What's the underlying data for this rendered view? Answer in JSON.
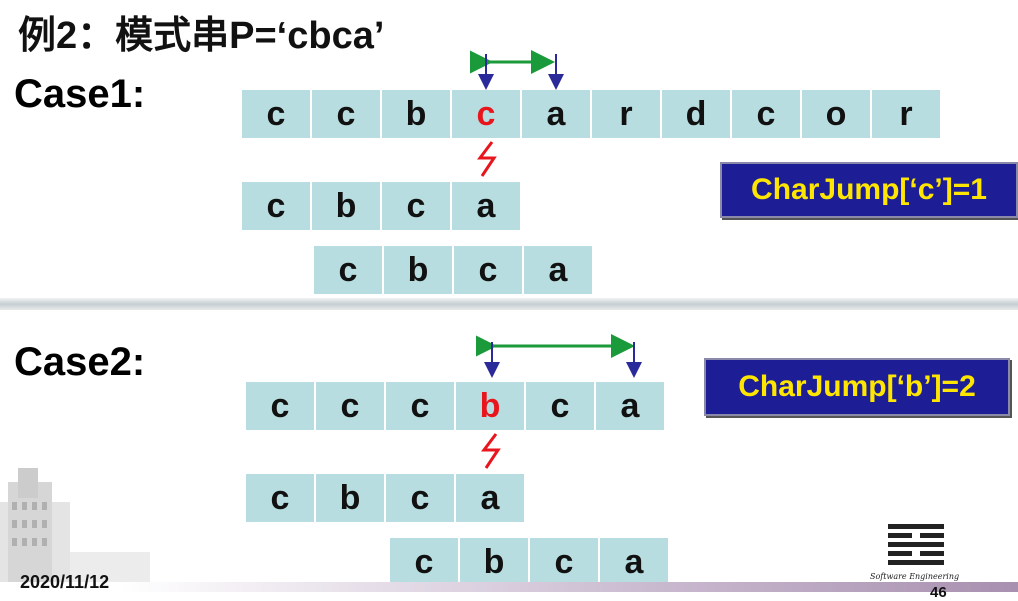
{
  "title": "例2：模式串P=‘cbca’",
  "case1": {
    "label": "Case1:",
    "text": [
      "c",
      "c",
      "b",
      "c",
      "a",
      "r",
      "d",
      "c",
      "o",
      "r"
    ],
    "pattern": [
      "c",
      "b",
      "c",
      "a"
    ],
    "shifted": [
      "c",
      "b",
      "c",
      "a"
    ],
    "badge": "CharJump[‘c’]=1"
  },
  "case2": {
    "label": "Case2:",
    "text": [
      "c",
      "c",
      "c",
      "b",
      "c",
      "a"
    ],
    "pattern": [
      "c",
      "b",
      "c",
      "a"
    ],
    "shifted": [
      "c",
      "b",
      "c",
      "a"
    ],
    "badge": "CharJump[‘b’]=2"
  },
  "footer": {
    "date": "2020/11/12",
    "page": "46",
    "logo_text": "Software Engineering"
  },
  "colors": {
    "cell": "#b7dde0",
    "mismatch": "#e8151c",
    "badge_bg": "#1d1d96",
    "badge_text": "#ffe600",
    "arrow_green": "#1a9a3a",
    "arrow_blue": "#2a2a9a"
  }
}
